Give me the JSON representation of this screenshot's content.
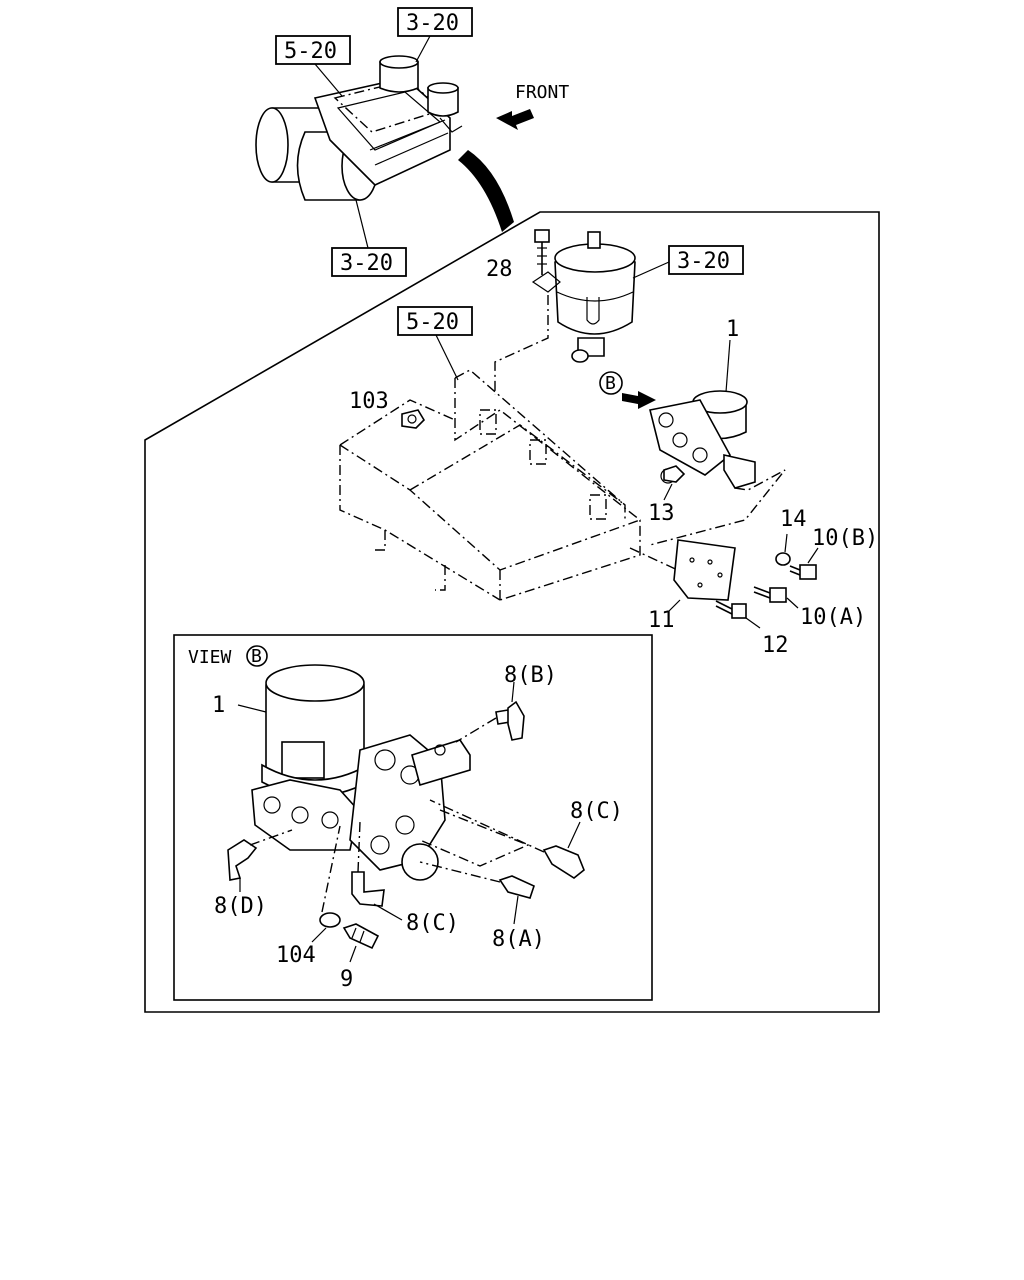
{
  "direction": {
    "label": "FRONT"
  },
  "view": {
    "label": "VIEW",
    "marker": "B"
  },
  "callout_marker": "B",
  "references": {
    "ref_top": "3-20",
    "ref_left_top": "5-20",
    "ref_bottom_left": "3-20",
    "ref_tank": "3-20",
    "ref_bracket": "5-20"
  },
  "parts": {
    "p1_main": "1",
    "p28": "28",
    "p103": "103",
    "p13": "13",
    "p14": "14",
    "p10b": "10(B)",
    "p10a": "10(A)",
    "p11": "11",
    "p12": "12",
    "p1_view": "1",
    "p8b": "8(B)",
    "p8c_right": "8(C)",
    "p8d": "8(D)",
    "p8c_lower": "8(C)",
    "p8a": "8(A)",
    "p104": "104",
    "p9": "9"
  }
}
